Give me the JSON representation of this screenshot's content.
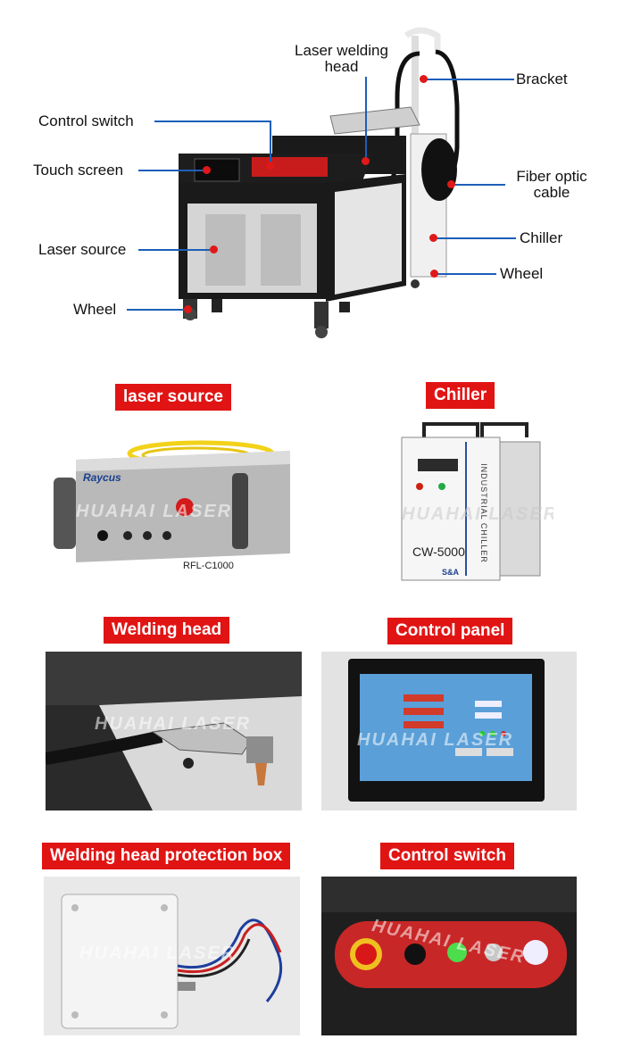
{
  "machine_callouts": {
    "laser_welding_head": "Laser welding\nhead",
    "control_switch": "Control switch",
    "touch_screen": "Touch screen",
    "laser_source": "Laser source",
    "wheel_left": "Wheel",
    "bracket": "Bracket",
    "fiber_optic_cable": "Fiber optic\ncable",
    "chiller": "Chiller",
    "wheel_right": "Wheel"
  },
  "panels": {
    "laser_source": {
      "title": "laser source",
      "brand": "Raycus",
      "model": "RFL-C1000"
    },
    "chiller": {
      "title": "Chiller",
      "model": "CW-5000",
      "side_text": "INDUSTRIAL CHILLER",
      "logo": "S&A"
    },
    "welding_head": {
      "title": "Welding head"
    },
    "control_panel": {
      "title": "Control panel"
    },
    "protection_box": {
      "title": "Welding head protection box"
    },
    "control_switch": {
      "title": "Control switch"
    }
  },
  "watermark": "HUAHAI LASER",
  "colors": {
    "accent_red": "#e11414",
    "callout_line": "#1c5fb8"
  }
}
